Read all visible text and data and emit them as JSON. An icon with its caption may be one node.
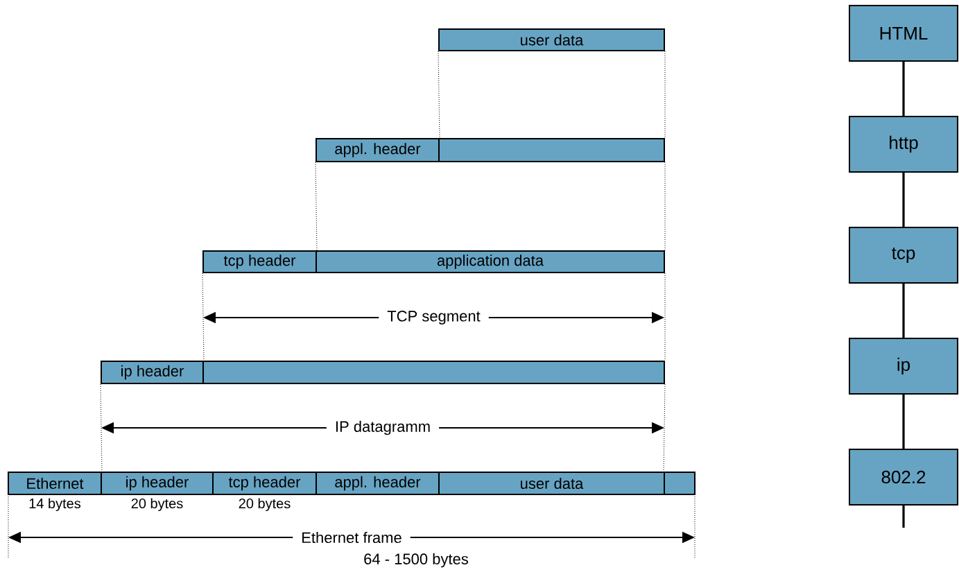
{
  "diagram": {
    "nodes": [
      {
        "text": [
          "user data"
        ]
      },
      {
        "text": [
          "appl. header"
        ]
      },
      {
        "text": [],
        "shape": "box"
      },
      {
        "text": [
          "tcp header"
        ]
      },
      {
        "text": [
          "application data"
        ]
      },
      {
        "text": [
          "ip header"
        ]
      },
      {
        "text": [],
        "shape": "box"
      },
      {
        "text": [
          "Ethernet"
        ],
        "beside": [
          "14 bytes"
        ]
      },
      {
        "text": [
          "ip header"
        ],
        "beside": [
          "20 bytes"
        ]
      },
      {
        "text": [
          "tcp header"
        ],
        "beside": [
          "20 bytes"
        ]
      },
      {
        "text": [
          "appl. header"
        ]
      },
      {
        "text": [
          "user data"
        ]
      },
      {
        "text": [],
        "shape": "box"
      },
      {
        "text": [
          "HTML"
        ]
      },
      {
        "text": [
          "http"
        ]
      },
      {
        "text": [
          "tcp"
        ]
      },
      {
        "text": [
          "ip"
        ]
      },
      {
        "text": [
          "802.2"
        ]
      }
    ],
    "edges": [
      {
        "from": 0,
        "to": 1,
        "arrow": "none",
        "style": "dashed"
      },
      {
        "from": 0,
        "to": 2,
        "arrow": "none",
        "style": "dashed"
      },
      {
        "from": 1,
        "to": 3,
        "arrow": "none",
        "style": "dashed"
      },
      {
        "from": 2,
        "to": 4,
        "arrow": "none",
        "style": "dashed"
      },
      {
        "from": 3,
        "to": 5,
        "arrow": "none",
        "style": "dashed"
      },
      {
        "from": 4,
        "to": 6,
        "arrow": "none",
        "style": "dashed"
      },
      {
        "from": 5,
        "to": 7,
        "arrow": "none",
        "style": "dashed"
      },
      {
        "from": 6,
        "to": 12,
        "arrow": "none",
        "style": "dashed"
      },
      {
        "from": 13,
        "to": 14,
        "arrow": "none",
        "style": "thick"
      },
      {
        "from": 14,
        "to": 15,
        "arrow": "none",
        "style": "thick"
      },
      {
        "from": 15,
        "to": 16,
        "arrow": "none",
        "style": "thick"
      },
      {
        "from": 16,
        "to": 17,
        "arrow": "none",
        "style": "thick"
      },
      {
        "from": 17,
        "to": null,
        "arrow": "none",
        "style": "thick"
      }
    ],
    "labels": [
      "TCP segment",
      "IP datagramm",
      "Ethernet frame",
      "64 - 1500 bytes"
    ]
  }
}
